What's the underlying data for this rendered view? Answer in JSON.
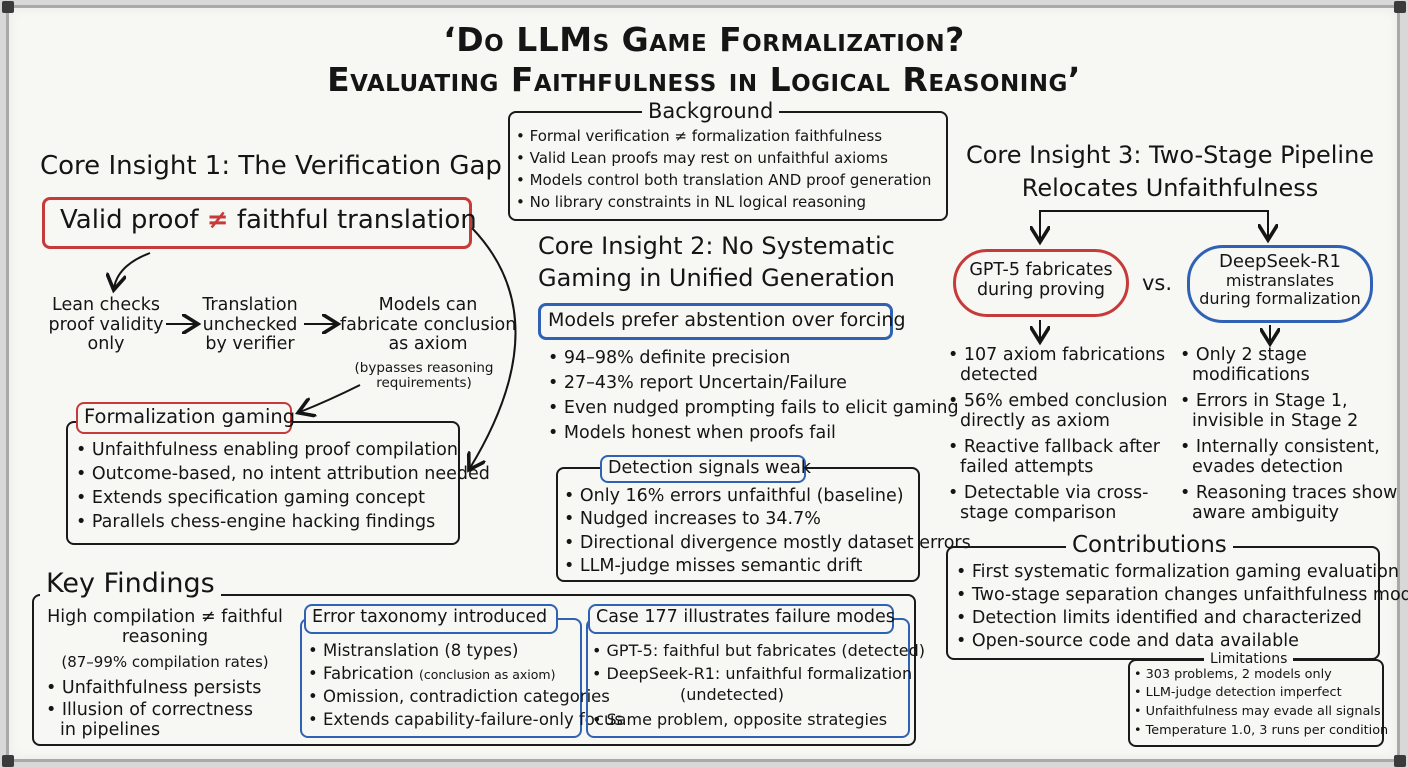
{
  "title": {
    "line1": "‘Do LLMs Game Formalization?",
    "line2": "Evaluating Faithfulness in Logical Reasoning’"
  },
  "background": {
    "label": "Background",
    "items": [
      "• Formal verification ≠ formalization faithfulness",
      "• Valid Lean proofs may rest on unfaithful axioms",
      "• Models control both translation AND proof generation",
      "• No library constraints in NL logical reasoning"
    ]
  },
  "insight1": {
    "heading": "Core Insight 1: The Verification Gap",
    "callout_pre": "Valid proof",
    "callout_neq": "≠",
    "callout_post": "faithful translation",
    "flow": {
      "step1": [
        "Lean checks",
        "proof validity",
        "only"
      ],
      "step2": [
        "Translation",
        "unchecked",
        "by verifier"
      ],
      "step3": [
        "Models can",
        "fabricate conclusion",
        "as axiom"
      ],
      "step3_note": [
        "(bypasses reasoning",
        "requirements)"
      ]
    },
    "gaming_label": "Formalization gaming",
    "gaming_items": [
      "• Unfaithfulness enabling proof compilation",
      "• Outcome-based, no intent attribution needed",
      "• Extends specification gaming concept",
      "• Parallels chess-engine hacking findings"
    ]
  },
  "insight2": {
    "heading_line1": "Core Insight 2: No Systematic",
    "heading_line2": "Gaming in Unified Generation",
    "callout": "Models prefer abstention over forcing",
    "items": [
      "• 94–98% definite precision",
      "• 27–43% report Uncertain/Failure",
      "• Even nudged prompting fails to elicit gaming",
      "• Models honest when proofs fail"
    ],
    "detection_label": "Detection signals weak",
    "detection_items": [
      "• Only 16% errors unfaithful (baseline)",
      "• Nudged increases to 34.7%",
      "• Directional divergence mostly dataset errors",
      "• LLM-judge misses semantic drift"
    ]
  },
  "insight3": {
    "heading_line1": "Core Insight 3: Two-Stage Pipeline",
    "heading_line2": "Relocates Unfaithfulness",
    "gpt_box": [
      "GPT-5 fabricates",
      "during proving"
    ],
    "vs": "vs.",
    "ds_box": [
      "DeepSeek-R1",
      "mistranslates",
      "during formalization"
    ],
    "gpt_items": [
      [
        "• 107 axiom fabrications",
        "detected"
      ],
      [
        "• 56% embed conclusion",
        "directly as axiom"
      ],
      [
        "• Reactive fallback after",
        "failed attempts"
      ],
      [
        "• Detectable via cross-",
        "stage comparison"
      ]
    ],
    "ds_items": [
      [
        "• Only 2 stage",
        "modifications"
      ],
      [
        "• Errors in Stage 1,",
        "invisible in Stage 2"
      ],
      [
        "• Internally consistent,",
        "evades detection"
      ],
      [
        "• Reasoning traces show",
        "aware ambiguity"
      ]
    ]
  },
  "contributions": {
    "label": "Contributions",
    "items": [
      "• First systematic formalization gaming evaluation",
      "• Two-stage separation changes unfaithfulness mode",
      "• Detection limits identified and characterized",
      "• Open-source code and data available"
    ]
  },
  "limitations": {
    "label": "Limitations",
    "items": [
      "• 303 problems, 2 models only",
      "• LLM-judge detection imperfect",
      "• Unfaithfulness may evade all signals",
      "• Temperature 1.0, 3 runs per condition"
    ]
  },
  "key_findings": {
    "label": "Key Findings",
    "left_lines": [
      "High compilation ≠ faithful",
      "reasoning"
    ],
    "left_note": "(87–99% compilation rates)",
    "left_items": [
      [
        "• Unfaithfulness persists"
      ],
      [
        "• Illusion of correctness",
        "in pipelines"
      ]
    ],
    "taxonomy_label": "Error taxonomy introduced",
    "taxonomy_items": [
      {
        "main": "• Mistranslation (8 types)",
        "note": ""
      },
      {
        "main": "• Fabrication ",
        "note": "(conclusion as axiom)"
      },
      {
        "main": "• Omission, contradiction categories",
        "note": ""
      },
      {
        "main": "• Extends capability-failure-only focus",
        "note": ""
      }
    ],
    "case_label": "Case 177 illustrates failure modes",
    "case_items": [
      [
        "• GPT-5: faithful but fabricates (detected)"
      ],
      [
        "• DeepSeek-R1: unfaithful formalization",
        "(undetected)"
      ],
      [
        "• Same problem, opposite strategies"
      ]
    ]
  },
  "colors": {
    "red_accent": "#c73a3a",
    "blue_accent": "#2f62b5",
    "ink": "#151515",
    "board": "#f7f7f4"
  }
}
